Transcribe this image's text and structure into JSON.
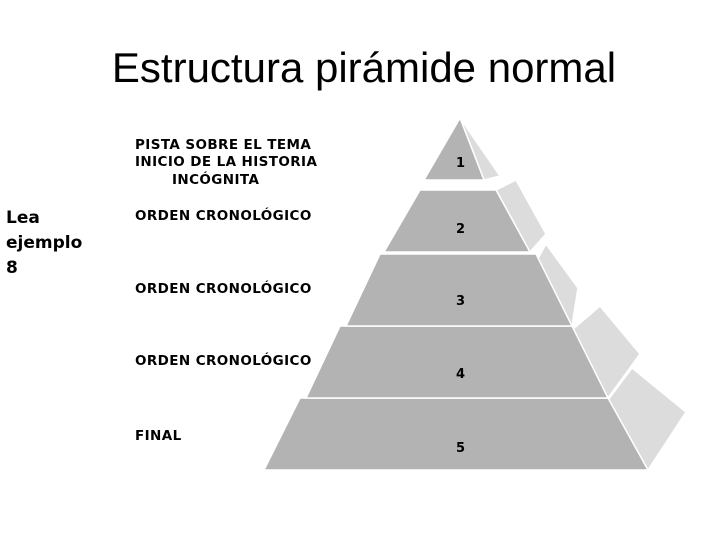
{
  "title": "Estructura pirámide normal",
  "side_note": [
    "Lea",
    "ejemplo",
    "8"
  ],
  "labels": {
    "pista": "PISTA SOBRE EL TEMA",
    "inicio": "INICIO DE LA HISTORIA",
    "incognita": "INCÓGNITA",
    "orden1": "ORDEN CRONOLÓGICO",
    "orden2": "ORDEN CRONOLÓGICO",
    "orden3": "ORDEN CRONOLÓGICO",
    "final": "FINAL"
  },
  "levels": [
    "1",
    "2",
    "3",
    "4",
    "5"
  ],
  "colors": {
    "front": "#b3b3b3",
    "side": "#dcdcdc",
    "top": "#c8c8c8",
    "edge": "#ffffff"
  }
}
